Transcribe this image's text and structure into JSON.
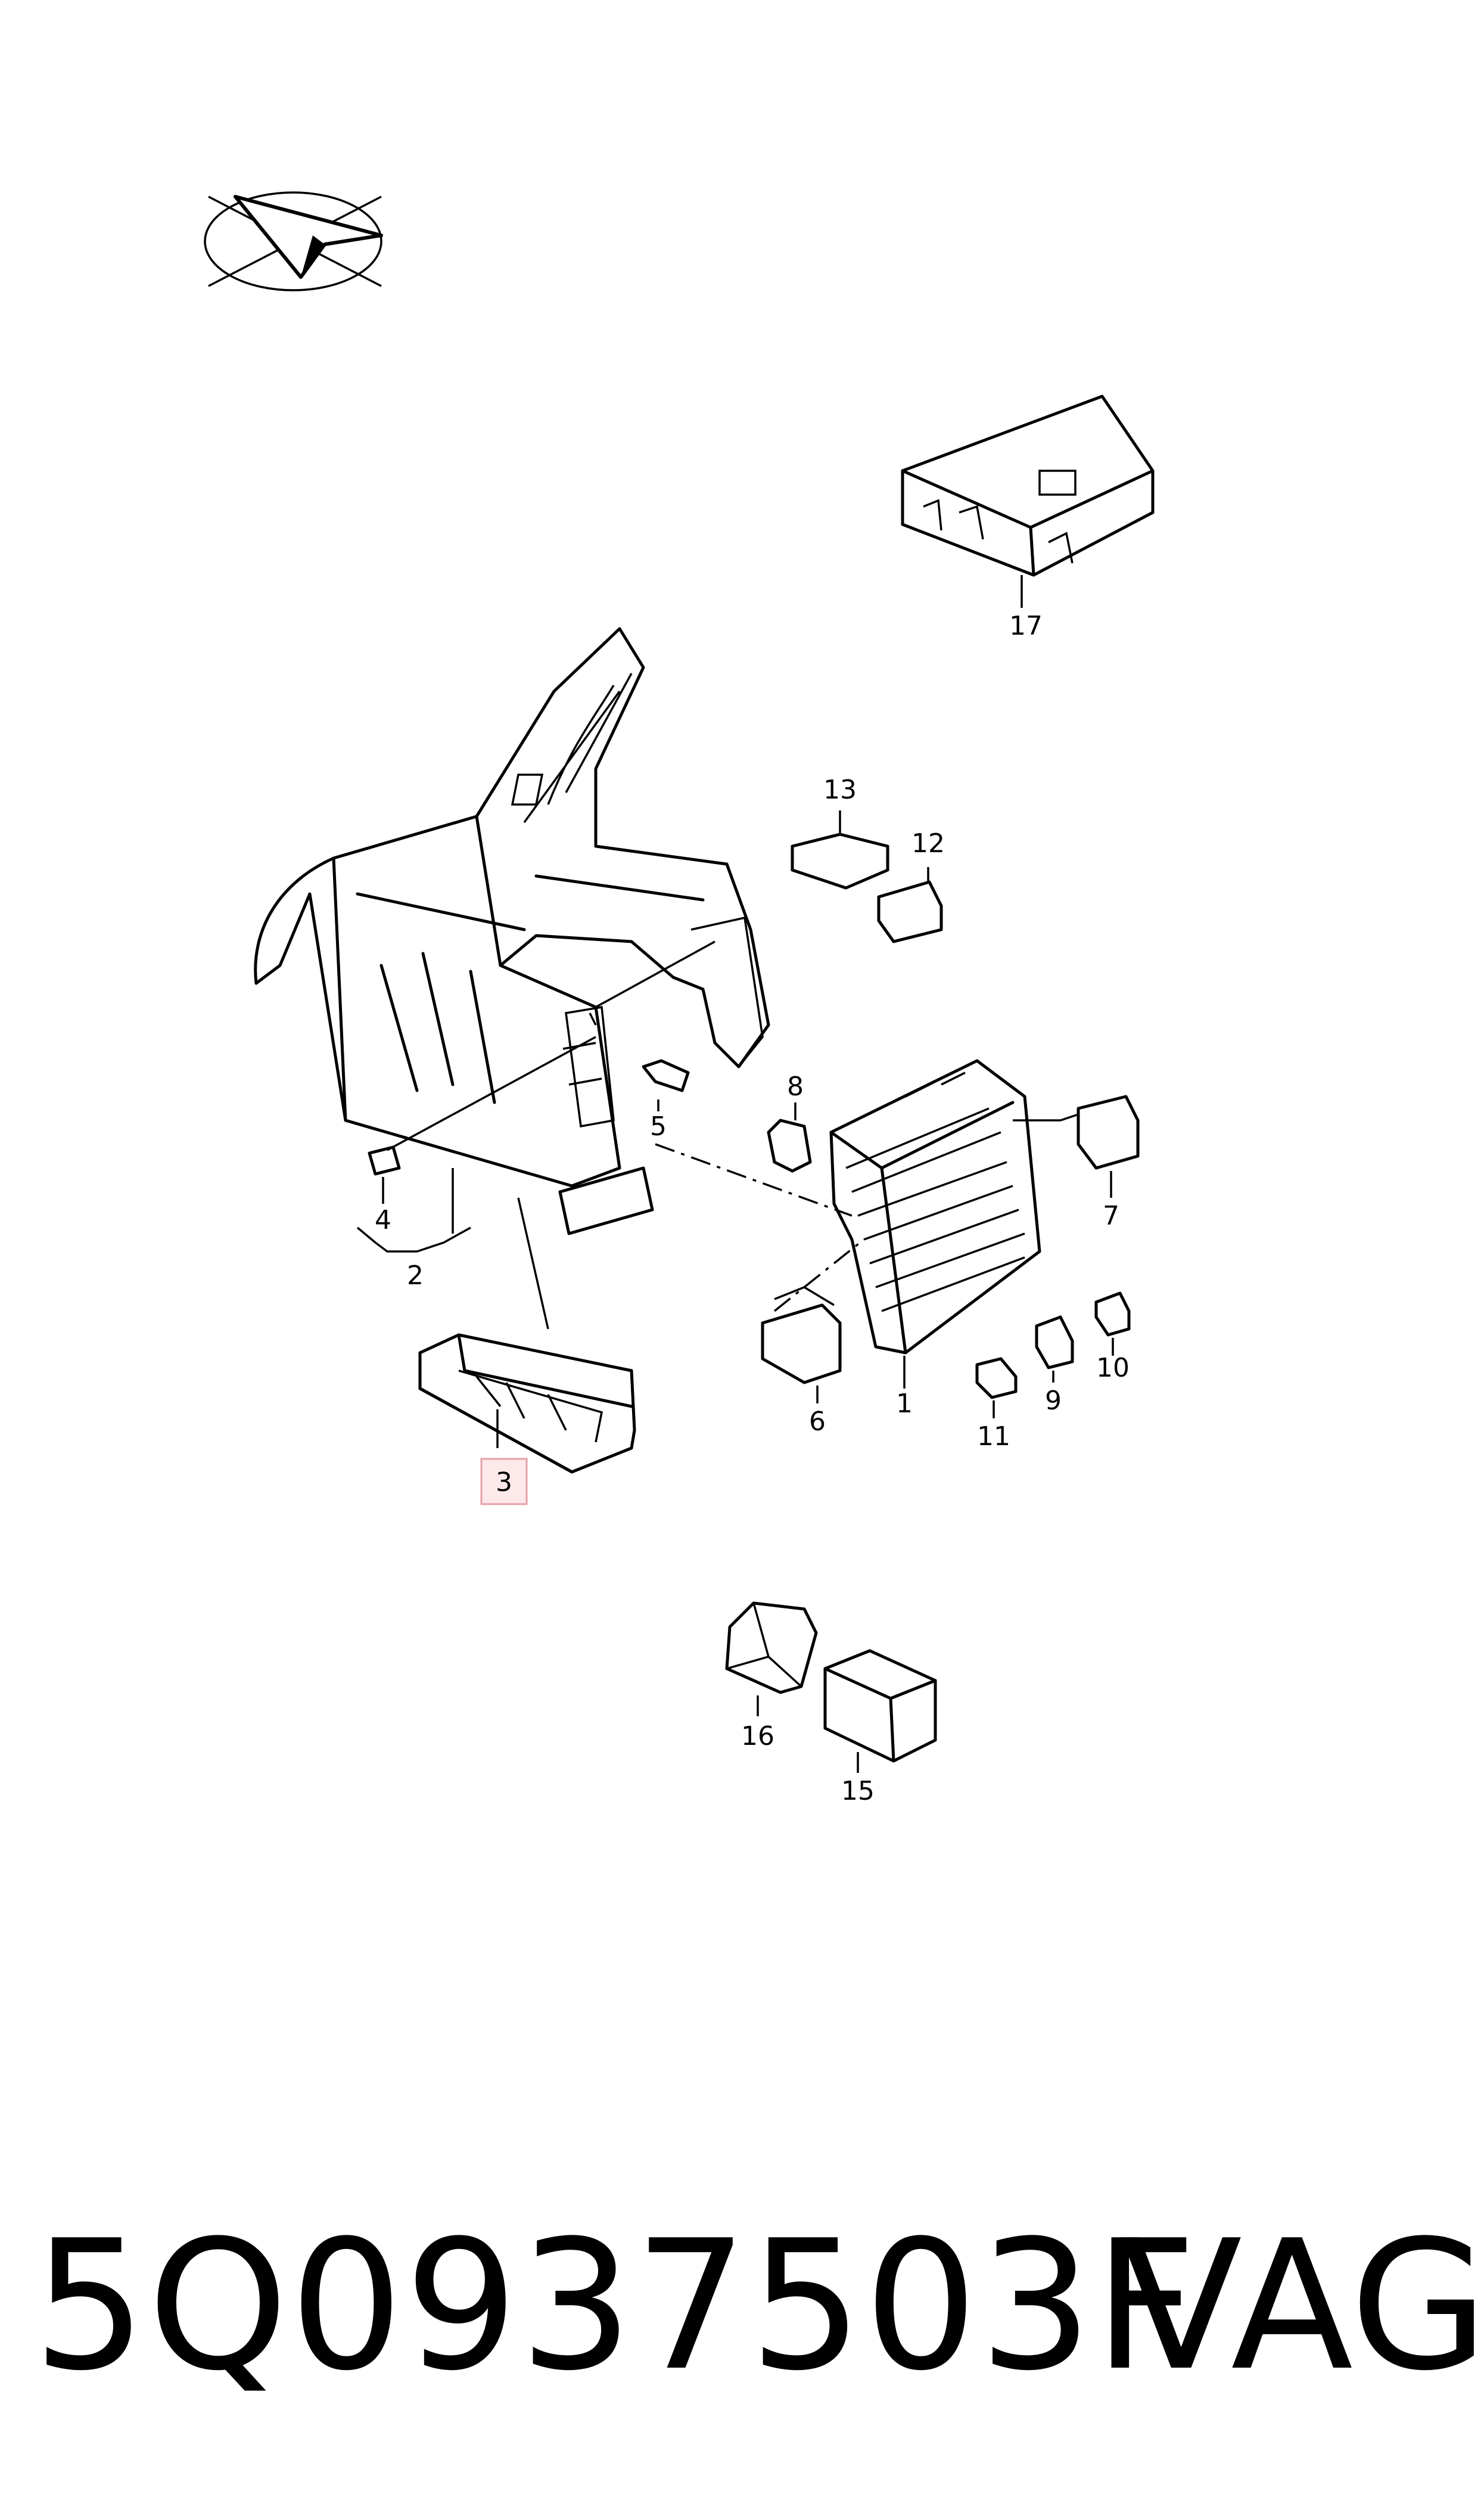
{
  "callouts": {
    "c1": "1",
    "c2": "2",
    "c3": "3",
    "c4": "4",
    "c5": "5",
    "c6": "6",
    "c7": "7",
    "c8": "8",
    "c9": "9",
    "c10": "10",
    "c11": "11",
    "c12": "12",
    "c13": "13",
    "c15": "15",
    "c16": "16",
    "c17": "17"
  },
  "highlighted_callout": "3",
  "highlight_color": "#e8a0a8",
  "footer": {
    "part_number": "5Q0937503F",
    "brand": "VAG"
  }
}
